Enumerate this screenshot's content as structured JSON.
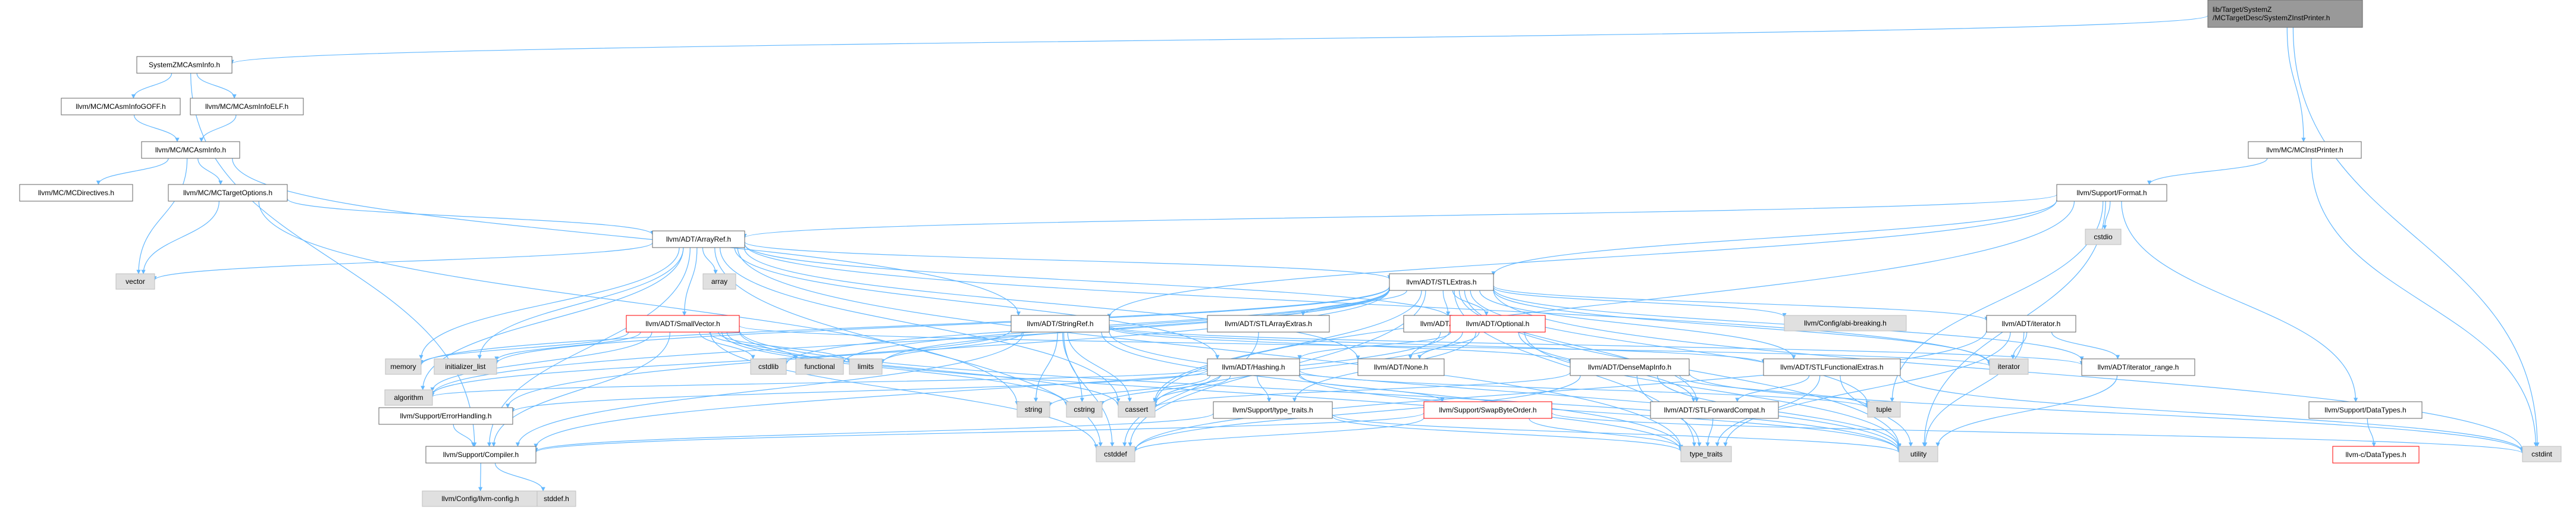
{
  "graph": {
    "colors": {
      "edge": "#63b8ff",
      "node_border": "#666666",
      "root_fill": "#999999",
      "highlight_border": "#ff0000",
      "external_fill": "#e0e0e0",
      "node_fill": "#ffffff"
    },
    "nodes": [
      {
        "id": "root",
        "label": "lib/Target/SystemZ\n/MCTargetDesc/SystemZInstPrinter.h",
        "style": "root"
      },
      {
        "id": "systemzmcasminfo",
        "label": "SystemZMCAsmInfo.h",
        "style": "normal"
      },
      {
        "id": "mcasminfogoff",
        "label": "llvm/MC/MCAsmInfoGOFF.h",
        "style": "normal"
      },
      {
        "id": "mcasminfoelf",
        "label": "llvm/MC/MCAsmInfoELF.h",
        "style": "normal"
      },
      {
        "id": "mcasminfo",
        "label": "llvm/MC/MCAsmInfo.h",
        "style": "normal"
      },
      {
        "id": "mcdirectives",
        "label": "llvm/MC/MCDirectives.h",
        "style": "normal"
      },
      {
        "id": "mctargetoptions",
        "label": "llvm/MC/MCTargetOptions.h",
        "style": "normal"
      },
      {
        "id": "vector",
        "label": "vector",
        "style": "external"
      },
      {
        "id": "mcinstprinter",
        "label": "llvm/MC/MCInstPrinter.h",
        "style": "normal"
      },
      {
        "id": "format",
        "label": "llvm/Support/Format.h",
        "style": "normal"
      },
      {
        "id": "cstdio",
        "label": "cstdio",
        "style": "external"
      },
      {
        "id": "arrayref",
        "label": "llvm/ADT/ArrayRef.h",
        "style": "normal"
      },
      {
        "id": "array",
        "label": "array",
        "style": "external"
      },
      {
        "id": "stlextras",
        "label": "llvm/ADT/STLExtras.h",
        "style": "normal"
      },
      {
        "id": "smallvector",
        "label": "llvm/ADT/SmallVector.h",
        "style": "highlight"
      },
      {
        "id": "stringref",
        "label": "llvm/ADT/StringRef.h",
        "style": "normal"
      },
      {
        "id": "stlarrayextras",
        "label": "llvm/ADT/STLArrayExtras.h",
        "style": "normal"
      },
      {
        "id": "identity",
        "label": "llvm/ADT/identity.h",
        "style": "normal"
      },
      {
        "id": "optional",
        "label": "llvm/ADT/Optional.h",
        "style": "highlight"
      },
      {
        "id": "abibreaking",
        "label": "llvm/Config/abi-breaking.h",
        "style": "external"
      },
      {
        "id": "iteratorh",
        "label": "llvm/ADT/iterator.h",
        "style": "normal"
      },
      {
        "id": "memory",
        "label": "memory",
        "style": "external"
      },
      {
        "id": "initializer_list",
        "label": "initializer_list",
        "style": "external"
      },
      {
        "id": "cstdlib",
        "label": "cstdlib",
        "style": "external"
      },
      {
        "id": "functional",
        "label": "functional",
        "style": "external"
      },
      {
        "id": "limits",
        "label": "limits",
        "style": "external"
      },
      {
        "id": "none",
        "label": "llvm/ADT/None.h",
        "style": "normal"
      },
      {
        "id": "densemapinfo",
        "label": "llvm/ADT/DenseMapInfo.h",
        "style": "normal"
      },
      {
        "id": "stlfunctionalextras",
        "label": "llvm/ADT/STLFunctionalExtras.h",
        "style": "normal"
      },
      {
        "id": "iterator",
        "label": "iterator",
        "style": "external"
      },
      {
        "id": "iterator_range",
        "label": "llvm/ADT/iterator_range.h",
        "style": "normal"
      },
      {
        "id": "hashing",
        "label": "llvm/ADT/Hashing.h",
        "style": "normal"
      },
      {
        "id": "algorithm",
        "label": "algorithm",
        "style": "external"
      },
      {
        "id": "string",
        "label": "string",
        "style": "external"
      },
      {
        "id": "cstring",
        "label": "cstring",
        "style": "external"
      },
      {
        "id": "cassert",
        "label": "cassert",
        "style": "external"
      },
      {
        "id": "swapbyteorder",
        "label": "llvm/Support/SwapByteOrder.h",
        "style": "highlight"
      },
      {
        "id": "tuple",
        "label": "tuple",
        "style": "external"
      },
      {
        "id": "errorhandling",
        "label": "llvm/Support/ErrorHandling.h",
        "style": "normal"
      },
      {
        "id": "typetraitsh",
        "label": "llvm/Support/type_traits.h",
        "style": "normal"
      },
      {
        "id": "stlforwardcompat",
        "label": "llvm/ADT/STLForwardCompat.h",
        "style": "normal"
      },
      {
        "id": "datatypes",
        "label": "llvm/Support/DataTypes.h",
        "style": "normal"
      },
      {
        "id": "compiler",
        "label": "llvm/Support/Compiler.h",
        "style": "normal"
      },
      {
        "id": "cstddef",
        "label": "cstddef",
        "style": "external"
      },
      {
        "id": "type_traits",
        "label": "type_traits",
        "style": "external"
      },
      {
        "id": "utility",
        "label": "utility",
        "style": "external"
      },
      {
        "id": "cstdint",
        "label": "cstdint",
        "style": "external"
      },
      {
        "id": "cdatatypes",
        "label": "llvm-c/DataTypes.h",
        "style": "highlight"
      },
      {
        "id": "llvmconfig",
        "label": "llvm/Config/llvm-config.h",
        "style": "external"
      },
      {
        "id": "stddef",
        "label": "stddef.h",
        "style": "external"
      }
    ],
    "edges": [
      [
        "root",
        "systemzmcasminfo"
      ],
      [
        "root",
        "mcinstprinter"
      ],
      [
        "root",
        "cstdint"
      ],
      [
        "systemzmcasminfo",
        "mcasminfogoff"
      ],
      [
        "systemzmcasminfo",
        "mcasminfoelf"
      ],
      [
        "systemzmcasminfo",
        "compiler"
      ],
      [
        "mcasminfogoff",
        "mcasminfo"
      ],
      [
        "mcasminfoelf",
        "mcasminfo"
      ],
      [
        "mcasminfo",
        "mcdirectives"
      ],
      [
        "mcasminfo",
        "mctargetoptions"
      ],
      [
        "mcasminfo",
        "vector"
      ],
      [
        "mcasminfo",
        "stringref"
      ],
      [
        "mctargetoptions",
        "arrayref"
      ],
      [
        "mctargetoptions",
        "vector"
      ],
      [
        "mctargetoptions",
        "string"
      ],
      [
        "mcinstprinter",
        "format"
      ],
      [
        "mcinstprinter",
        "cstdint"
      ],
      [
        "format",
        "cstdio"
      ],
      [
        "format",
        "arrayref"
      ],
      [
        "format",
        "stlextras"
      ],
      [
        "format",
        "stringref"
      ],
      [
        "format",
        "datatypes"
      ],
      [
        "format",
        "cassert"
      ],
      [
        "format",
        "tuple"
      ],
      [
        "format",
        "utility"
      ],
      [
        "arrayref",
        "array"
      ],
      [
        "arrayref",
        "vector"
      ],
      [
        "arrayref",
        "stlextras"
      ],
      [
        "arrayref",
        "smallvector"
      ],
      [
        "arrayref",
        "compiler"
      ],
      [
        "arrayref",
        "algorithm"
      ],
      [
        "arrayref",
        "cassert"
      ],
      [
        "arrayref",
        "cstddef"
      ],
      [
        "arrayref",
        "initializer_list"
      ],
      [
        "arrayref",
        "iterator"
      ],
      [
        "arrayref",
        "memory"
      ],
      [
        "arrayref",
        "type_traits"
      ],
      [
        "arrayref",
        "hashing"
      ],
      [
        "arrayref",
        "none"
      ],
      [
        "arrayref",
        "optional"
      ],
      [
        "stlextras",
        "stlarrayextras"
      ],
      [
        "stlextras",
        "stlforwardcompat"
      ],
      [
        "stlextras",
        "stlfunctionalextras"
      ],
      [
        "stlextras",
        "identity"
      ],
      [
        "stlextras",
        "iteratorh"
      ],
      [
        "stlextras",
        "iterator_range"
      ],
      [
        "stlextras",
        "abibreaking"
      ],
      [
        "stlextras",
        "errorhandling"
      ],
      [
        "stlextras",
        "algorithm"
      ],
      [
        "stlextras",
        "cassert"
      ],
      [
        "stlextras",
        "cstddef"
      ],
      [
        "stlextras",
        "cstdint"
      ],
      [
        "stlextras",
        "cstdlib"
      ],
      [
        "stlextras",
        "functional"
      ],
      [
        "stlextras",
        "initializer_list"
      ],
      [
        "stlextras",
        "iterator"
      ],
      [
        "stlextras",
        "limits"
      ],
      [
        "stlextras",
        "memory"
      ],
      [
        "stlextras",
        "optional"
      ],
      [
        "stlextras",
        "tuple"
      ],
      [
        "stlextras",
        "type_traits"
      ],
      [
        "stlextras",
        "utility"
      ],
      [
        "smallvector",
        "compiler"
      ],
      [
        "smallvector",
        "type_traits"
      ],
      [
        "smallvector",
        "algorithm"
      ],
      [
        "smallvector",
        "cassert"
      ],
      [
        "smallvector",
        "cstddef"
      ],
      [
        "smallvector",
        "cstdlib"
      ],
      [
        "smallvector",
        "cstring"
      ],
      [
        "smallvector",
        "functional"
      ],
      [
        "smallvector",
        "initializer_list"
      ],
      [
        "smallvector",
        "iterator"
      ],
      [
        "smallvector",
        "limits"
      ],
      [
        "smallvector",
        "memory"
      ],
      [
        "smallvector",
        "new"
      ],
      [
        "smallvector",
        "utility"
      ],
      [
        "stringref",
        "stlfunctionalextras"
      ],
      [
        "stringref",
        "iterator_range"
      ],
      [
        "stringref",
        "compiler"
      ],
      [
        "stringref",
        "algorithm"
      ],
      [
        "stringref",
        "cassert"
      ],
      [
        "stringref",
        "cstddef"
      ],
      [
        "stringref",
        "cstring"
      ],
      [
        "stringref",
        "limits"
      ],
      [
        "stringref",
        "string"
      ],
      [
        "stringref",
        "type_traits"
      ],
      [
        "stringref",
        "utility"
      ],
      [
        "stringref",
        "densemapinfo"
      ],
      [
        "stlarrayextras",
        "cstddef"
      ],
      [
        "identity",
        "none"
      ],
      [
        "optional",
        "hashing"
      ],
      [
        "optional",
        "none"
      ],
      [
        "optional",
        "stlforwardcompat"
      ],
      [
        "optional",
        "compiler"
      ],
      [
        "optional",
        "typetraitsh"
      ],
      [
        "optional",
        "cassert"
      ],
      [
        "optional",
        "new"
      ],
      [
        "optional",
        "utility"
      ],
      [
        "iteratorh",
        "iterator_range"
      ],
      [
        "iteratorh",
        "cstddef"
      ],
      [
        "iteratorh",
        "iterator"
      ],
      [
        "iteratorh",
        "type_traits"
      ],
      [
        "iteratorh",
        "utility"
      ],
      [
        "iterator_range",
        "utility"
      ],
      [
        "densemapinfo",
        "cassert"
      ],
      [
        "densemapinfo",
        "cstddef"
      ],
      [
        "densemapinfo",
        "cstdint"
      ],
      [
        "densemapinfo",
        "tuple"
      ],
      [
        "densemapinfo",
        "type_traits"
      ],
      [
        "densemapinfo",
        "utility"
      ],
      [
        "stlfunctionalextras",
        "stlforwardcompat"
      ],
      [
        "stlfunctionalextras",
        "cstdint"
      ],
      [
        "stlfunctionalextras",
        "type_traits"
      ],
      [
        "stlfunctionalextras",
        "utility"
      ],
      [
        "hashing",
        "errorhandling"
      ],
      [
        "hashing",
        "swapbyteorder"
      ],
      [
        "hashing",
        "typetraitsh"
      ],
      [
        "hashing",
        "algorithm"
      ],
      [
        "hashing",
        "cassert"
      ],
      [
        "hashing",
        "cstring"
      ],
      [
        "hashing",
        "string"
      ],
      [
        "hashing",
        "tuple"
      ],
      [
        "hashing",
        "utility"
      ],
      [
        "swapbyteorder",
        "compiler"
      ],
      [
        "swapbyteorder",
        "cstddef"
      ],
      [
        "swapbyteorder",
        "cstdint"
      ],
      [
        "swapbyteorder",
        "type_traits"
      ],
      [
        "errorhandling",
        "compiler"
      ],
      [
        "typetraitsh",
        "compiler"
      ],
      [
        "typetraitsh",
        "type_traits"
      ],
      [
        "typetraitsh",
        "utility"
      ],
      [
        "stlforwardcompat",
        "type_traits"
      ],
      [
        "datatypes",
        "cdatatypes"
      ],
      [
        "compiler",
        "llvmconfig"
      ],
      [
        "compiler",
        "stddef"
      ]
    ]
  }
}
